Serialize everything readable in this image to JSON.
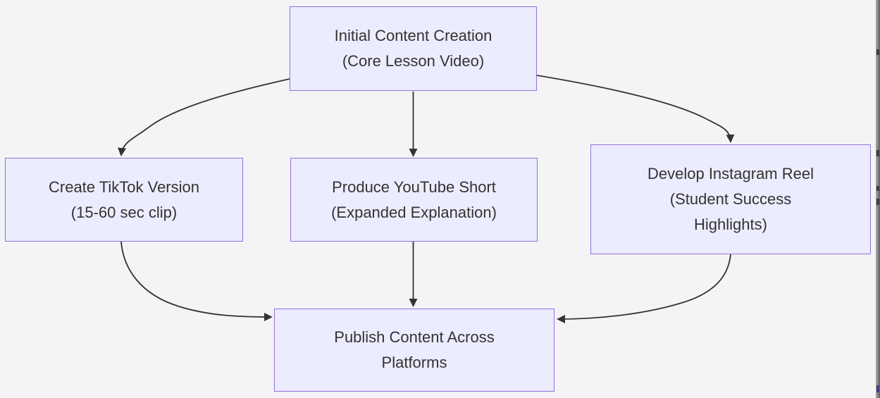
{
  "diagram": {
    "type": "flowchart",
    "direction": "top-down",
    "colors": {
      "background": "#f4f4f6",
      "node_fill": "#ECECFF",
      "node_border": "#9370DB",
      "edge": "#333333",
      "text": "#333333"
    },
    "nodes": {
      "initial": {
        "lines": [
          "Initial Content Creation",
          "(Core Lesson Video)"
        ]
      },
      "tiktok": {
        "lines": [
          "Create TikTok Version",
          "(15-60 sec clip)"
        ]
      },
      "youtube": {
        "lines": [
          "Produce YouTube Short",
          "(Expanded Explanation)"
        ]
      },
      "instagram": {
        "lines": [
          "Develop Instagram Reel",
          "(Student Success",
          "Highlights)"
        ]
      },
      "publish": {
        "lines": [
          "Publish Content Across",
          "Platforms"
        ]
      }
    },
    "edges": [
      {
        "from": "initial",
        "to": "tiktok"
      },
      {
        "from": "initial",
        "to": "youtube"
      },
      {
        "from": "initial",
        "to": "instagram"
      },
      {
        "from": "tiktok",
        "to": "publish"
      },
      {
        "from": "youtube",
        "to": "publish"
      },
      {
        "from": "instagram",
        "to": "publish"
      }
    ]
  }
}
